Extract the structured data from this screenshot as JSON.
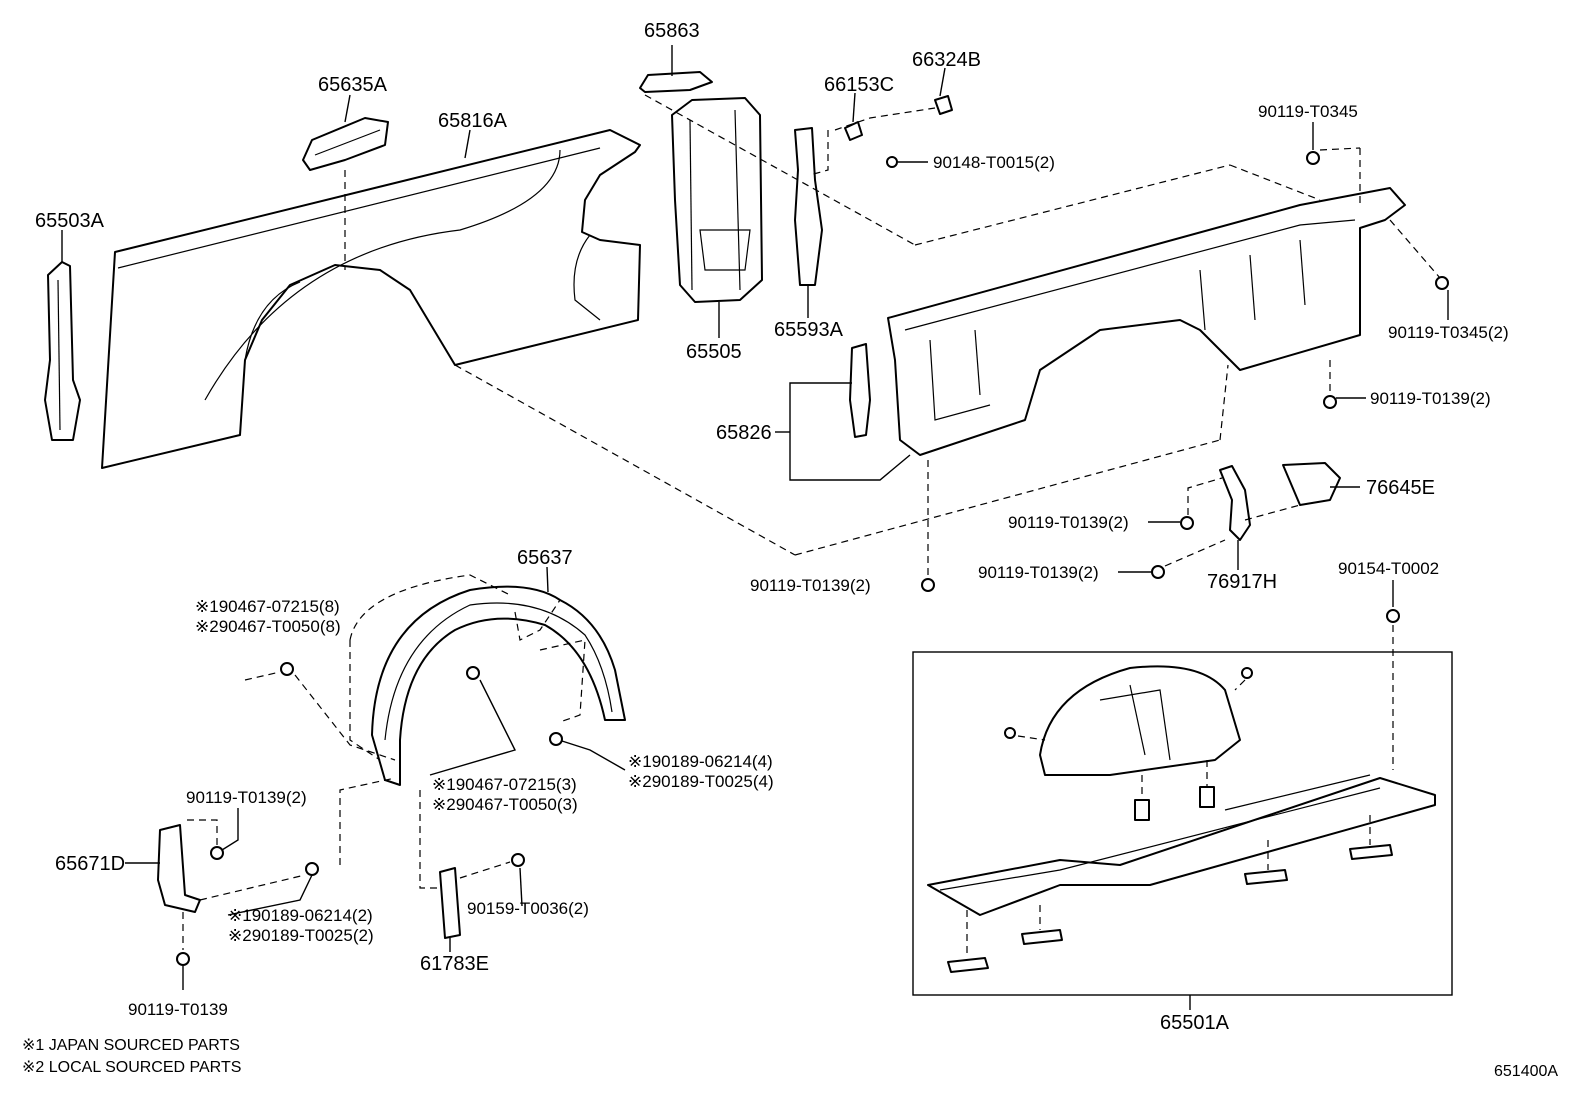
{
  "diagram_id": "651400A",
  "notes": [
    "※1 JAPAN SOURCED PARTS",
    "※2 LOCAL SOURCED PARTS"
  ],
  "labels": {
    "p65863": "65863",
    "p66324B": "66324B",
    "p66153C": "66153C",
    "p65635A": "65635A",
    "p65816A": "65816A",
    "p90148": "90148-T0015(2)",
    "p90119_t0345": "90119-T0345",
    "p65503A": "65503A",
    "p65505": "65505",
    "p65593A": "65593A",
    "p90119_t0345_2": "90119-T0345(2)",
    "p90119_t0139_2_a": "90119-T0139(2)",
    "p65826": "65826",
    "p76645E": "76645E",
    "p90119_t0139_2_b": "90119-T0139(2)",
    "p90119_t0139_2_c": "90119-T0139(2)",
    "p90119_t0139_2_d": "90119-T0139(2)",
    "p76917H": "76917H",
    "p65637": "65637",
    "p90154": "90154-T0002",
    "p90467_07215_8": "※190467-07215(8)",
    "p90467_t0050_8": "※290467-T0050(8)",
    "p90189_06214_4": "※190189-06214(4)",
    "p90189_t0025_4": "※290189-T0025(4)",
    "p90467_07215_3": "※190467-07215(3)",
    "p90467_t0050_3": "※290467-T0050(3)",
    "p90119_t0139_2_e": "90119-T0139(2)",
    "p65671D": "65671D",
    "p90189_06214_2": "※190189-06214(2)",
    "p90189_t0025_2": "※290189-T0025(2)",
    "p90159": "90159-T0036(2)",
    "p61783E": "61783E",
    "p90119_t0139": "90119-T0139",
    "p65501A": "65501A"
  }
}
